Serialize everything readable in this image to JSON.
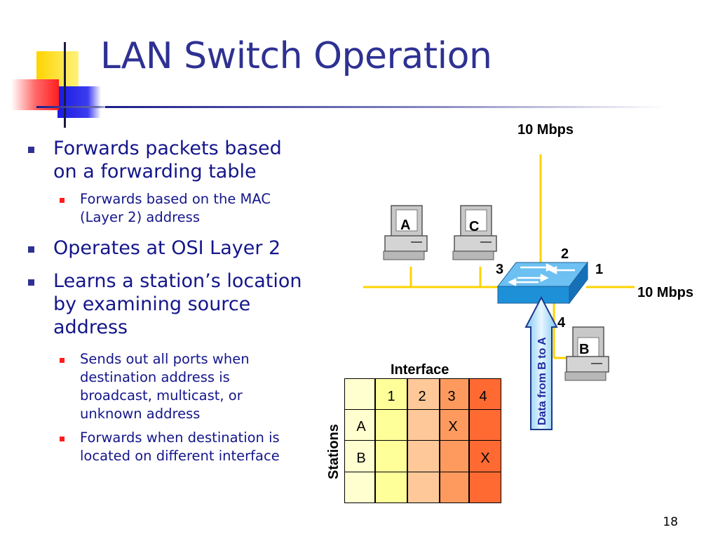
{
  "slide": {
    "title": "LAN Switch Operation",
    "page_number": "18",
    "colors": {
      "title": "#2e3192",
      "bullet_text": "#14168a",
      "sub_bullet": "#ff1d1d",
      "cable": "#ffd200",
      "switch": "#1e90d8"
    }
  },
  "bullets": [
    {
      "text": "Forwards packets based on a forwarding table",
      "subs": [
        "Forwards based on the MAC (Layer 2) address"
      ]
    },
    {
      "text": "Operates at OSI Layer 2",
      "subs": []
    },
    {
      "text": "Learns a station’s location by examining source address",
      "subs": [
        "Sends out all ports when destination address is broadcast, multicast, or unknown address",
        "Forwards when destination is located on different interface"
      ]
    }
  ],
  "diagram": {
    "speed_top": "10 Mbps",
    "speed_right": "10 Mbps",
    "computers": {
      "a": "A",
      "c": "C",
      "b": "B"
    },
    "ports": {
      "p1": "1",
      "p2": "2",
      "p3": "3",
      "p4": "4"
    },
    "arrow_label": "Data from B to A",
    "table": {
      "col_header": "Interface",
      "row_header": "Stations",
      "columns": [
        "1",
        "2",
        "3",
        "4"
      ],
      "rows": [
        {
          "station": "A",
          "marks": [
            "",
            "",
            "X",
            ""
          ]
        },
        {
          "station": "B",
          "marks": [
            "",
            "",
            "",
            "X"
          ]
        },
        {
          "station": "",
          "marks": [
            "",
            "",
            "",
            ""
          ]
        }
      ]
    }
  }
}
